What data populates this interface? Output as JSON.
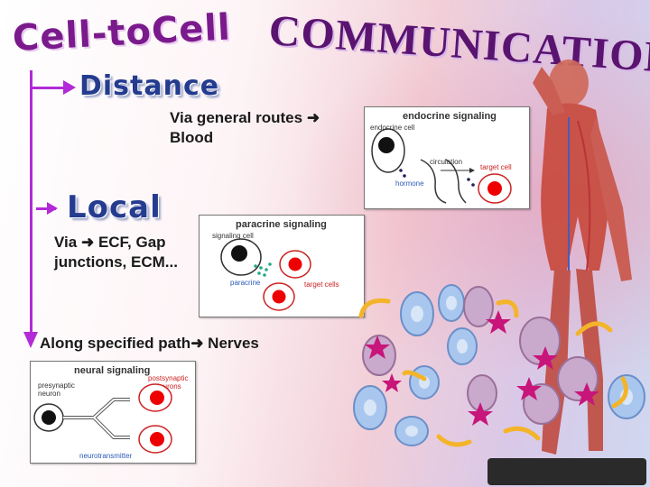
{
  "title": {
    "part1": "Cell-toCell",
    "part2": "COMMUNICATION"
  },
  "sections": {
    "distance": {
      "heading": "Distance",
      "line1": "Via general routes",
      "line2": "Blood"
    },
    "local": {
      "heading": "Local",
      "line1": "Via",
      "line1b": "ECF, Gap",
      "line2": "junctions, ECM..."
    },
    "along": {
      "text_a": "Along  specified path",
      "text_b": "Nerves"
    }
  },
  "endocrine": {
    "title": "endocrine signaling",
    "cell_label": "endocrine cell",
    "circulation": "circulation",
    "target": "target cell",
    "hormone": "hormone"
  },
  "paracrine": {
    "title": "paracrine signaling",
    "cell_label": "signaling cell",
    "paracrine": "paracrine",
    "targets": "target cells"
  },
  "neural": {
    "title": "neural signaling",
    "presynaptic": "presynaptic\nneuron",
    "postsynaptic": "postsynaptic\nneurons",
    "neurotransmitter": "neurotransmitter"
  },
  "icons": {
    "arrow": "right-arrow-icon"
  },
  "colors": {
    "accent": "#b12bd6",
    "heading": "#243b8f",
    "title": "#7a1a8c"
  }
}
